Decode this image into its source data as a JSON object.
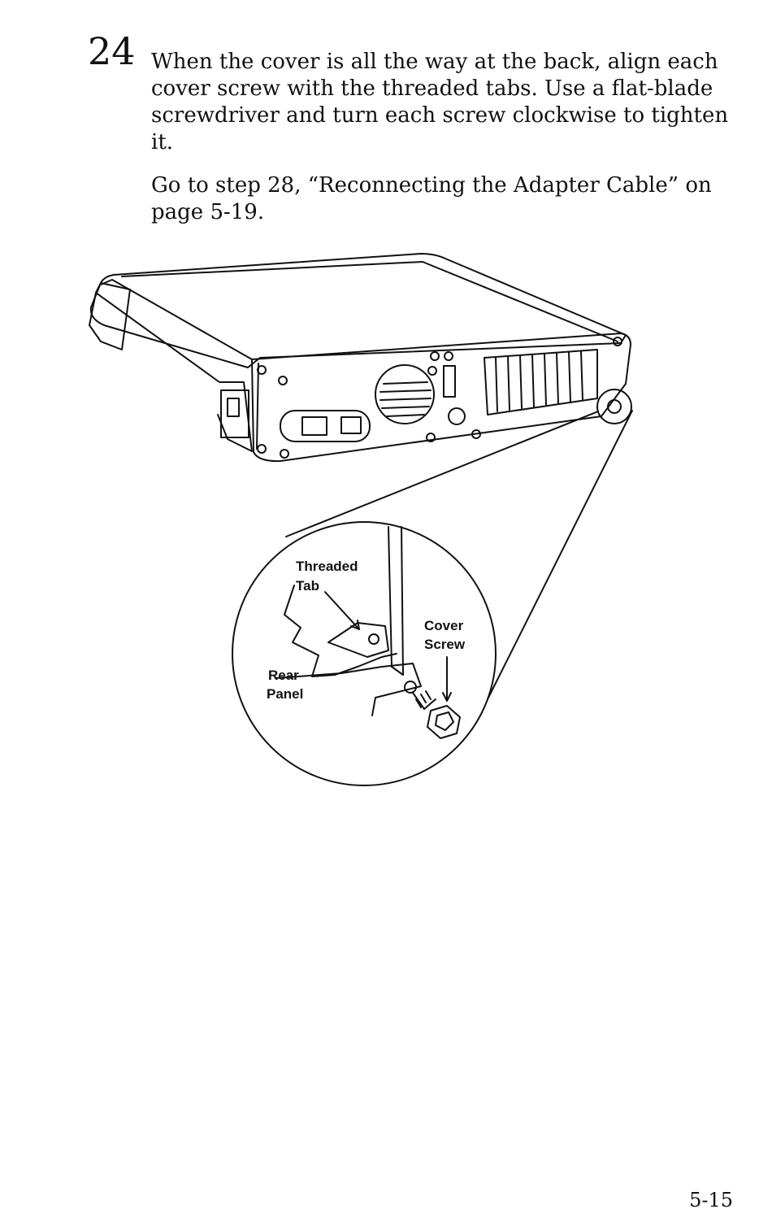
{
  "step": {
    "number": "24",
    "text": "When the cover is all the way at the back, align each cover screw with the threaded tabs. Use a flat-blade screwdriver and turn each screw clockwise to tighten it.",
    "goto": "Go to step 28, “Reconnecting the Adapter Cable” on page 5-19."
  },
  "figure": {
    "callouts": {
      "threaded_tab_line1": "Threaded",
      "threaded_tab_line2": "Tab",
      "cover_screw_line1": "Cover",
      "cover_screw_line2": "Screw",
      "rear_panel_line1": "Rear",
      "rear_panel_line2": "Panel"
    }
  },
  "page_number": "5-15"
}
